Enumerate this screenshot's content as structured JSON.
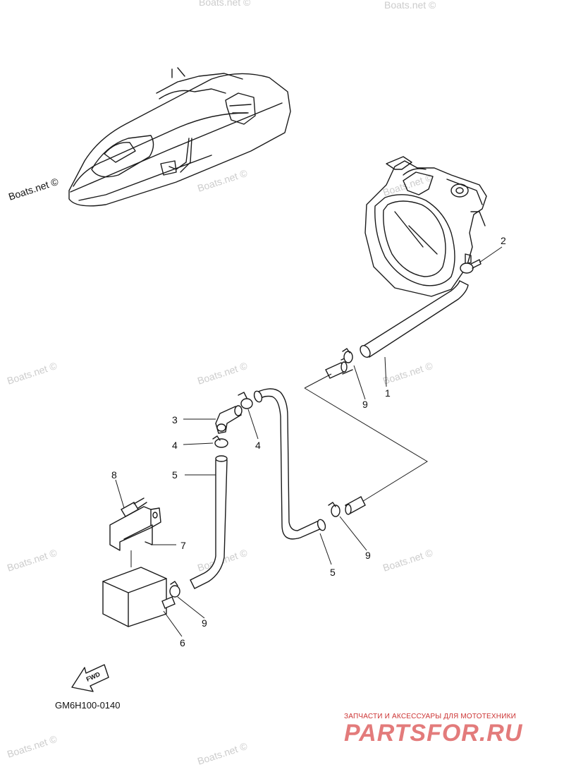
{
  "watermark": "Boats.net ©",
  "diagram_code": "GM6H100-0140",
  "fwd_label": "FWD",
  "callouts": {
    "c1": "1",
    "c2": "2",
    "c3": "3",
    "c4a": "4",
    "c4b": "4",
    "c5a": "5",
    "c5b": "5",
    "c6": "6",
    "c7": "7",
    "c8": "8",
    "c9a": "9",
    "c9b": "9",
    "c9c": "9"
  },
  "shop": {
    "tagline": "ЗАПЧАСТИ И АКСЕССУАРЫ ДЛЯ МОТОТЕХНИКИ",
    "name": "PARTSFOR.RU"
  },
  "colors": {
    "line": "#1a1a1a",
    "watermark": "#cccccc",
    "shop_accent": "#e37b7b"
  }
}
